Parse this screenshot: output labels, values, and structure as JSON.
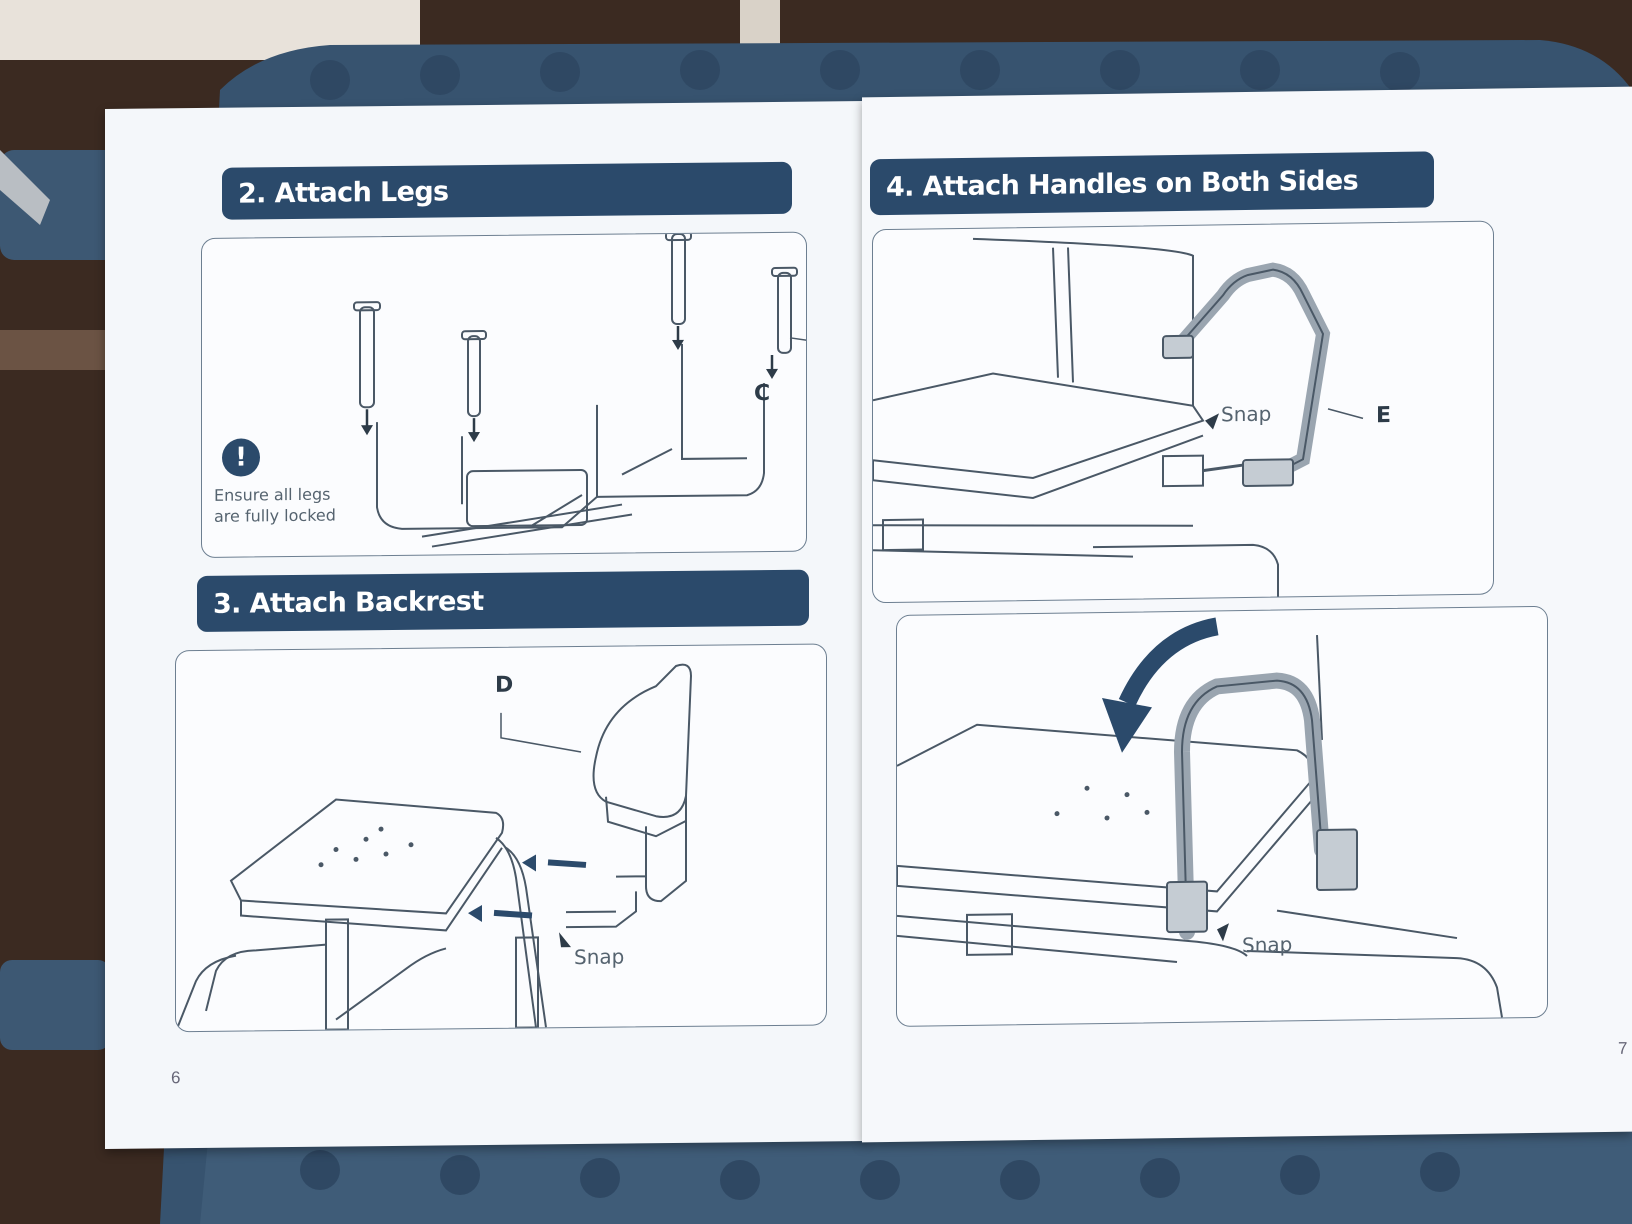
{
  "pages": {
    "left": {
      "page_number": "6",
      "step2": {
        "title": "2. Attach Legs",
        "callout": "C",
        "warning_icon": "!",
        "warning_line1": "Ensure all legs",
        "warning_line2": "are fully locked"
      },
      "step3": {
        "title": "3. Attach Backrest",
        "callout": "D",
        "snap_label": "Snap"
      }
    },
    "right": {
      "page_number": "7",
      "step4": {
        "title": "4. Attach Handles on Both Sides",
        "callout": "E",
        "snap_label_top": "Snap",
        "snap_label_bottom": "Snap"
      }
    }
  },
  "icons": {
    "warning": "exclamation-circle-icon",
    "arrow": "arrow-right-icon",
    "rotate": "curved-arrow-icon"
  },
  "colors": {
    "banner": "#2b4a6b",
    "page": "#f4f7fa",
    "line_art": "#4a5866"
  }
}
